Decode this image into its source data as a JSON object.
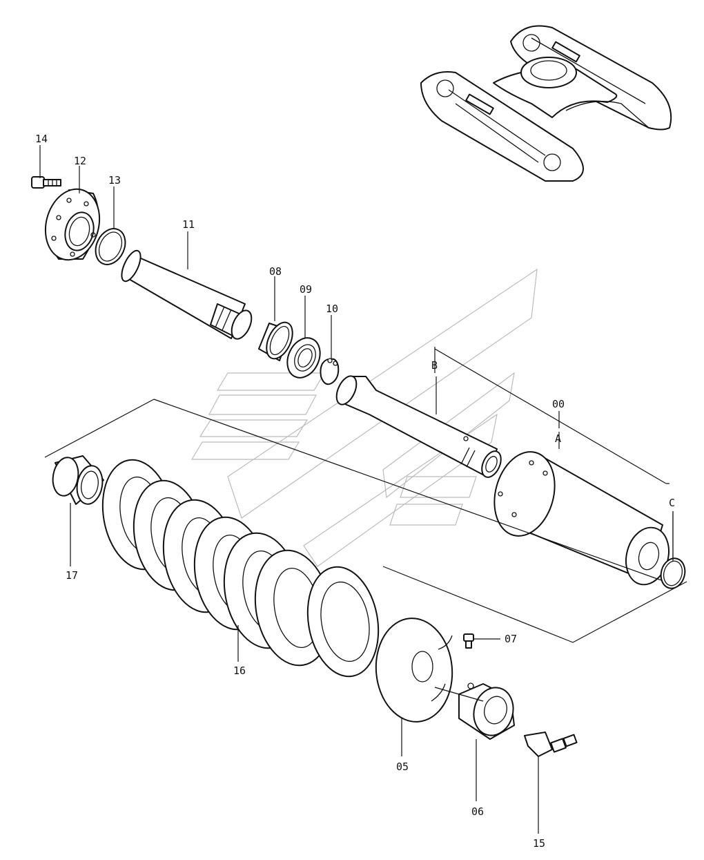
{
  "diagram": {
    "labels": {
      "p00": "00",
      "pA": "A",
      "pB": "B",
      "pC": "C",
      "p05": "05",
      "p06": "06",
      "p07": "07",
      "p08": "08",
      "p09": "09",
      "p10": "10",
      "p11": "11",
      "p12": "12",
      "p13": "13",
      "p14": "14",
      "p15": "15",
      "p16": "16",
      "p17": "17"
    },
    "colors": {
      "line": "#111111",
      "watermark": "#bbbbbb",
      "background": "#ffffff"
    }
  }
}
